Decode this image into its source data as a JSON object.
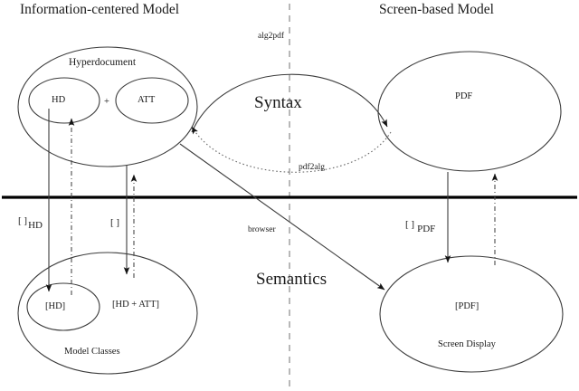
{
  "figure": {
    "type": "diagram",
    "kind": "commuting-diagram",
    "titles": {
      "left": "Information-centered Model",
      "right": "Screen-based Model"
    },
    "axis_labels": {
      "syntax": "Syntax",
      "semantics": "Semantics"
    },
    "nodes": {
      "hyperdocument": {
        "label": "Hyperdocument",
        "inner_left": "HD",
        "operator": "+",
        "inner_right": "ATT"
      },
      "pdf": {
        "label": "PDF"
      },
      "model_classes": {
        "label": "Model Classes",
        "inner_left": "[HD]",
        "inner_right": "[HD + ATT]"
      },
      "screen_display": {
        "label": "Screen Display",
        "inner": "[PDF]"
      }
    },
    "edges": {
      "alg2pdf": "alg2pdf",
      "pdf2alg": "pdf2alg",
      "browser": "browser",
      "sem_hd": {
        "bracket": "[ ]",
        "subscript": "HD"
      },
      "sem_plain": {
        "bracket": "[ ]",
        "subscript": ""
      },
      "sem_pdf": {
        "bracket": "[ ]",
        "subscript": "PDF"
      }
    },
    "colors": {
      "stroke": "#3c3c3c",
      "rule": "#000000",
      "divider": "#9a9a9a",
      "text": "#1a1a1a"
    }
  }
}
